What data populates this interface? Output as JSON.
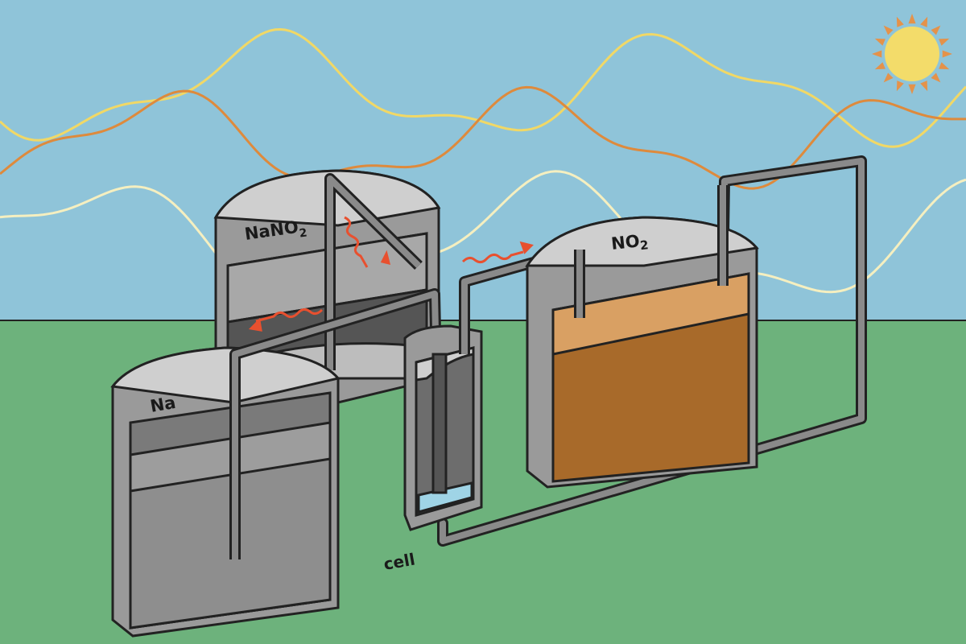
{
  "labels": {
    "sodium_nitrite_tank": "NaNO",
    "sodium_nitrite_sub": "2",
    "sodium_tank": "Na",
    "nitrogen_dioxide_tank": "NO",
    "nitrogen_dioxide_sub": "2",
    "cell": "cell"
  },
  "colors": {
    "sky": "#8fc4d9",
    "ground": "#6db27c",
    "tank_metal": "#9a9a9a",
    "tank_top": "#cfcfcf",
    "no2_liquid": "#a86a2a",
    "no2_surface": "#d9a063",
    "electrolyte": "#9fd4e6",
    "arrow": "#e8502f",
    "sun": "#f3dc6a",
    "sun_rays": "#e4924a",
    "wave_yellow": "#f1d866",
    "wave_orange": "#de8a3c",
    "wave_cream": "#f5efc0"
  }
}
